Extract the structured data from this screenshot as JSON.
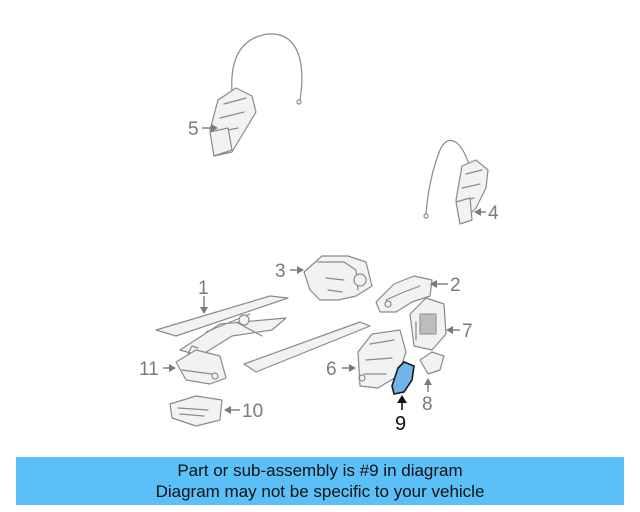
{
  "callouts": {
    "c1": "1",
    "c2": "2",
    "c3": "3",
    "c4": "4",
    "c5": "5",
    "c6": "6",
    "c7": "7",
    "c8": "8",
    "c9": "9",
    "c10": "10",
    "c11": "11"
  },
  "highlighted_part": "9",
  "colors": {
    "banner_background": "#5bc0f8",
    "highlight_part": "#6fb6e8",
    "callout_text": "#7a7a7a"
  },
  "banner": {
    "line1": "Part or sub-assembly is #9 in diagram",
    "line2": "Diagram may not be specific to your vehicle"
  }
}
